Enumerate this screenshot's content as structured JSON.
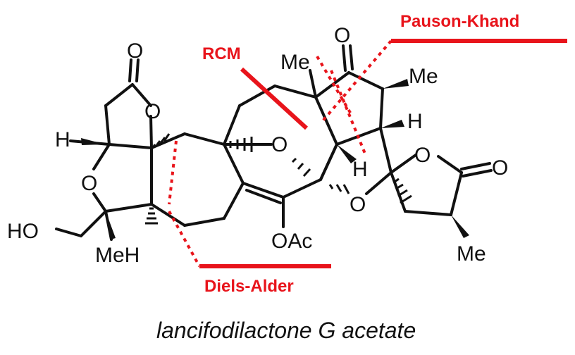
{
  "molecule": {
    "name": "lancifodilactone G acetate",
    "atoms": {
      "o_lactone_carbonyl_left": "O",
      "o_lactone_ring_left": "O",
      "o_thf_left": "O",
      "ho_group": "HO",
      "h_top_left": "H",
      "me_h_bottom": "MeH",
      "o_bridge": "O",
      "o_acetate": "OAc",
      "o_ketone_top": "O",
      "me_top": "Me",
      "me_right_top": "Me",
      "h_right": "H",
      "h_center": "H",
      "o_ring_center": "O",
      "o_lactone_ring_right": "O",
      "o_lactone_carbonyl_right": "O",
      "me_bottom_right": "Me"
    }
  },
  "disconnections": {
    "rcm": "RCM",
    "pauson_khand": "Pauson-Khand",
    "diels_alder": "Diels-Alder"
  },
  "colors": {
    "highlight": "#e8141b",
    "bonds": "#111111"
  }
}
